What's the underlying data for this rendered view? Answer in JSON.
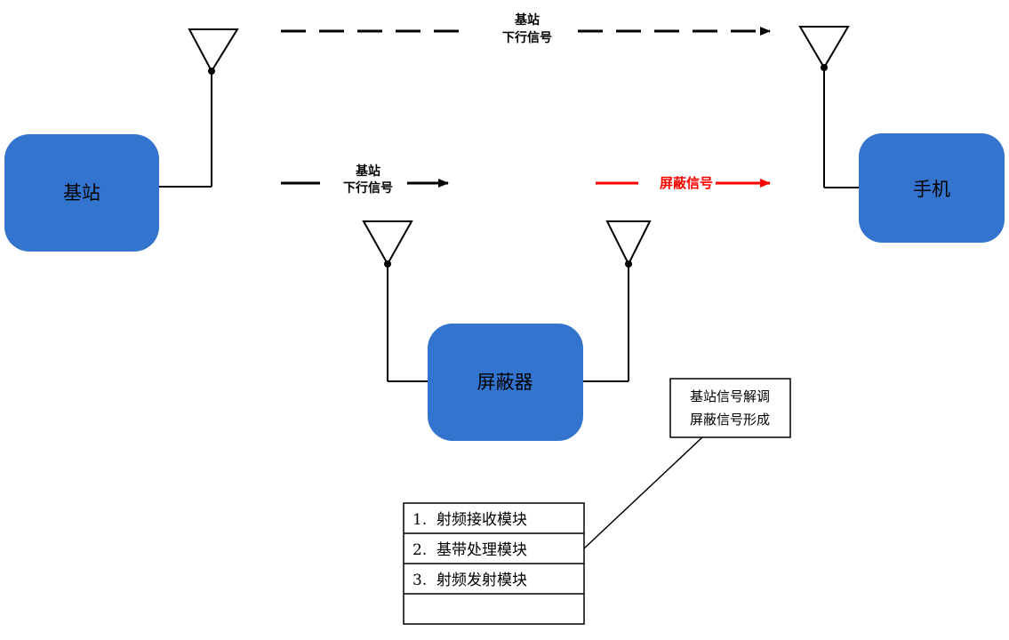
{
  "nodes": {
    "base_station": "基站",
    "phone": "手机",
    "jammer": "屏蔽器"
  },
  "signals": {
    "downlink_top": [
      "基站",
      "下行信号"
    ],
    "downlink_mid": [
      "基站",
      "下行信号"
    ],
    "jamming": "屏蔽信号"
  },
  "function_note": [
    "基站信号解调",
    "屏蔽信号形成"
  ],
  "modules": [
    "1.  射频接收模块",
    "2.  基带处理模块",
    "3.  射频发射模块",
    ""
  ],
  "colors": {
    "node_fill": "#3374cf",
    "line": "#000000",
    "jamming": "#ff0000"
  }
}
